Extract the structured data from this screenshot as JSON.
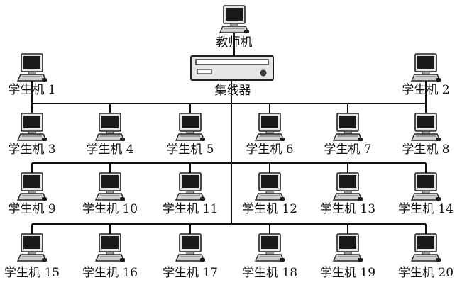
{
  "teacher": {
    "label": "教师机",
    "icon": "computer-icon"
  },
  "hub": {
    "label": "集线器",
    "icon": "hub-icon"
  },
  "students": [
    {
      "label": "学生机 1"
    },
    {
      "label": "学生机 2"
    },
    {
      "label": "学生机 3"
    },
    {
      "label": "学生机 4"
    },
    {
      "label": "学生机 5"
    },
    {
      "label": "学生机 6"
    },
    {
      "label": "学生机 7"
    },
    {
      "label": "学生机 8"
    },
    {
      "label": "学生机 9"
    },
    {
      "label": "学生机 10"
    },
    {
      "label": "学生机 11"
    },
    {
      "label": "学生机 12"
    },
    {
      "label": "学生机 13"
    },
    {
      "label": "学生机 14"
    },
    {
      "label": "学生机 15"
    },
    {
      "label": "学生机 16"
    },
    {
      "label": "学生机 17"
    },
    {
      "label": "学生机 18"
    },
    {
      "label": "学生机 19"
    },
    {
      "label": "学生机 20"
    }
  ],
  "colors": {
    "line": "#111111",
    "screen": "#1a1a1a",
    "body": "#e6e6e6",
    "outline": "#222222"
  }
}
